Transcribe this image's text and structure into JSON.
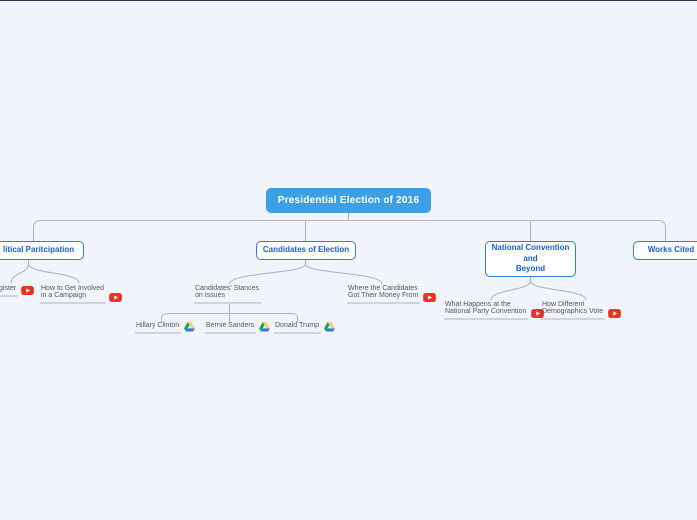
{
  "page": {
    "background": "#f1f4fb",
    "top_line_color": "#2a3550",
    "connector_color": "#b2b6bf"
  },
  "theme": {
    "root_fill": "#3ca0e7",
    "root_text": "#ffffff",
    "outlined_border": "#2e7ee2",
    "outlined_text": "#185fd0",
    "leaf_text": "#55595f",
    "underline": "#ced3dc",
    "youtube_red": "#e93323",
    "drive_blue": "#3777e3",
    "drive_yellow": "#ffcf63",
    "drive_green": "#11a861"
  },
  "nodes": {
    "root": {
      "label": "Presidential Election of 2016",
      "style": "filled"
    },
    "political": {
      "label": "litical Paritcipation",
      "style": "outlined",
      "clipped": "left-edge"
    },
    "candidates": {
      "label": "Candidates of Election",
      "style": "outlined"
    },
    "convention": {
      "label": "National Convention\nand\nBeyond",
      "style": "outlined"
    },
    "works": {
      "label": "Works Cited",
      "style": "outlined",
      "clipped": "right-edge"
    },
    "register": {
      "label": "gister",
      "attachment": "youtube",
      "clipped": "left-edge"
    },
    "involved": {
      "label": "How to Get Involved\nin a Campaign",
      "attachment": "youtube"
    },
    "stances": {
      "label": "Candidates' Stances\non Issues",
      "attachment": ""
    },
    "money": {
      "label": "Where the Candidates\nGot Their Money From",
      "attachment": "youtube"
    },
    "what_happens": {
      "label": "What Happens at the\nNational Party Convention",
      "attachment": "youtube"
    },
    "demographics": {
      "label": "How Different\nDemographics Vote",
      "attachment": "youtube"
    },
    "hillary": {
      "label": "Hillary Clinton",
      "attachment": "drive"
    },
    "bernie": {
      "label": "Bernie Sanders",
      "attachment": "drive"
    },
    "donald": {
      "label": "Donald Trump",
      "attachment": "drive"
    }
  }
}
